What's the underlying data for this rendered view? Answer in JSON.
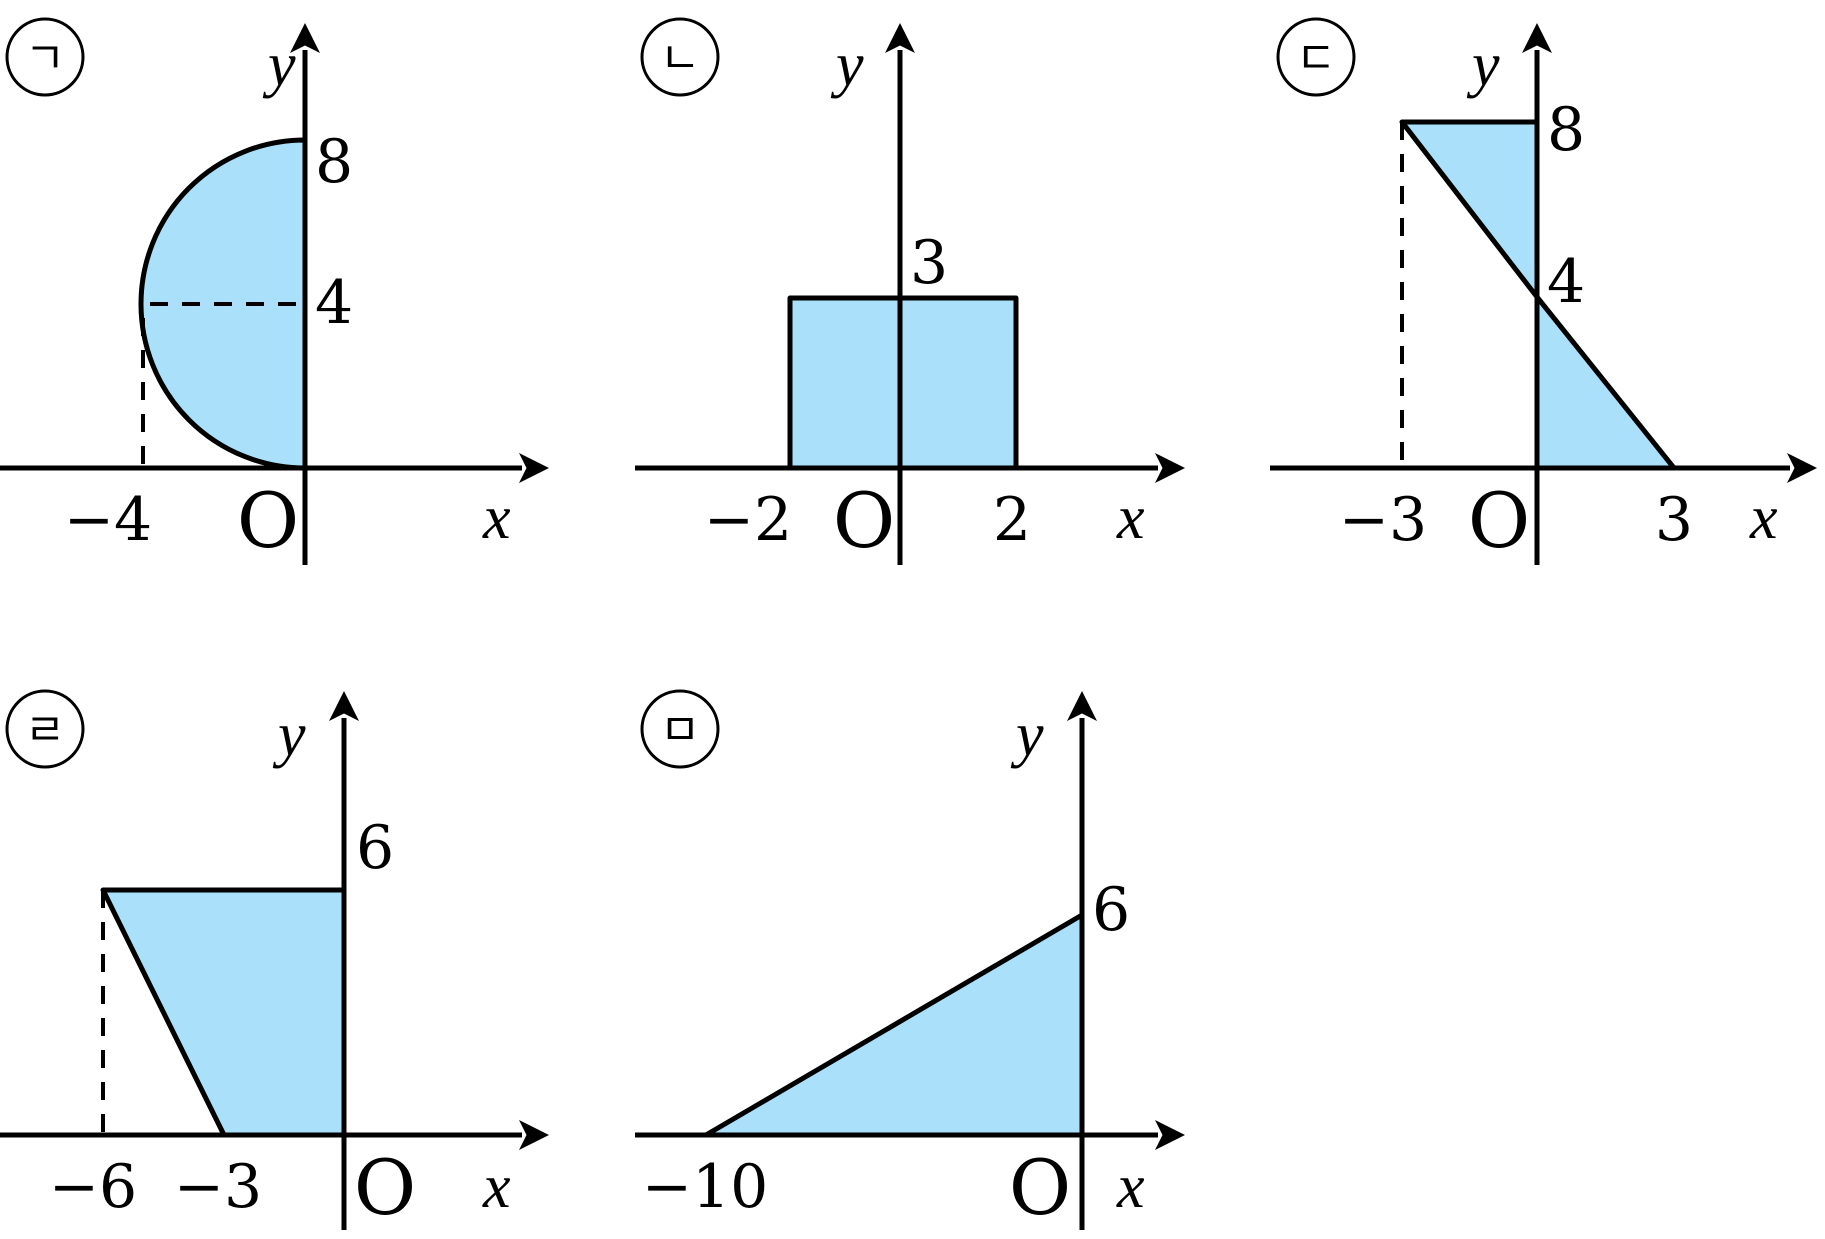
{
  "fill_color": "#aae0fa",
  "stroke_color": "#000000",
  "panels": [
    {
      "id": "p1",
      "badge": "ㄱ",
      "x_axis_label": "x",
      "y_axis_label": "y",
      "origin_label": "O",
      "tick_labels": {
        "neg_x": "−4",
        "y_top": "8",
        "y_mid": "4"
      }
    },
    {
      "id": "p2",
      "badge": "ㄴ",
      "x_axis_label": "x",
      "y_axis_label": "y",
      "origin_label": "O",
      "tick_labels": {
        "neg_x": "−2",
        "pos_x": "2",
        "y_top": "3"
      }
    },
    {
      "id": "p3",
      "badge": "ㄷ",
      "x_axis_label": "x",
      "y_axis_label": "y",
      "origin_label": "O",
      "tick_labels": {
        "neg_x": "−3",
        "pos_x": "3",
        "y_top": "8",
        "y_mid": "4"
      }
    },
    {
      "id": "p4",
      "badge": "ㄹ",
      "x_axis_label": "x",
      "y_axis_label": "y",
      "origin_label": "O",
      "tick_labels": {
        "neg_x_far": "−6",
        "neg_x_near": "−3",
        "y_top": "6"
      }
    },
    {
      "id": "p5",
      "badge": "ㅁ",
      "x_axis_label": "x",
      "y_axis_label": "y",
      "origin_label": "O",
      "tick_labels": {
        "neg_x": "−10",
        "y_top": "6"
      }
    }
  ]
}
